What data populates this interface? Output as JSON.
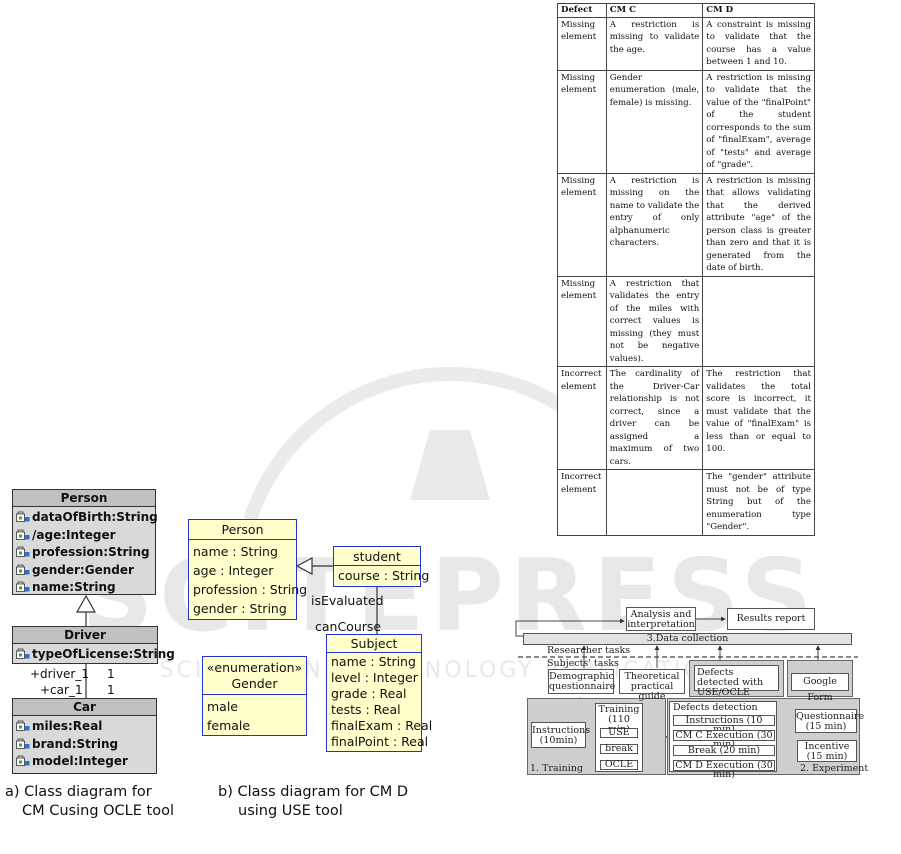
{
  "watermark": {
    "text": "SCITEPRESS",
    "subtext": "SCIENCE AND TECHNOLOGY PUBLICATIONS"
  },
  "diagram_a": {
    "person": {
      "name": "Person",
      "attrs": [
        "dataOfBirth:String",
        "/age:Integer",
        "profession:String",
        "gender:Gender",
        "name:String"
      ]
    },
    "driver": {
      "name": "Driver",
      "attrs": [
        "typeOfLicense:String"
      ]
    },
    "car": {
      "name": "Car",
      "attrs": [
        "miles:Real",
        "brand:String",
        "model:Integer"
      ]
    },
    "assoc": {
      "driver_role": "+driver_1",
      "driver_mult": "1",
      "car_role": "+car_1",
      "car_mult": "1"
    },
    "caption_line1": "a) Class diagram for",
    "caption_line2": "CM Cusing OCLE tool"
  },
  "diagram_b": {
    "person": {
      "name": "Person",
      "attrs": [
        "name : String",
        "age : Integer",
        "profession : String",
        "gender : String"
      ]
    },
    "student": {
      "name": "student",
      "attrs": [
        "course : String"
      ]
    },
    "gender": {
      "stereotype": "«enumeration»",
      "name": "Gender",
      "literals": [
        "male",
        "female"
      ]
    },
    "subject": {
      "name": "Subject",
      "attrs": [
        "name : String",
        "level : Integer",
        "grade : Real",
        "tests : Real",
        "finalExam : Real",
        "finalPoint : Real"
      ]
    },
    "roles": {
      "is_evaluated": "isEvaluated",
      "can_course": "canCourse"
    },
    "caption_line1": "b) Class diagram for CM D",
    "caption_line2": "using USE tool"
  },
  "table": {
    "headers": [
      "Defect",
      "CM C",
      "CM D"
    ],
    "rows": [
      [
        "Missing element",
        "A restriction is missing to validate the age.",
        "A constraint is missing to validate that the course has a value between 1 and 10."
      ],
      [
        "Missing element",
        "Gender enumeration (male, female) is missing.",
        "A restriction is missing to validate that the value of the \"finalPoint\" of the student corresponds to the sum of \"finalExam\", average of \"tests\" and average of \"grade\"."
      ],
      [
        "Missing element",
        "A restriction is missing on the name to validate the entry of only alphanumeric characters.",
        "A restriction is missing that allows validating that the derived attribute \"age\" of the person class is greater than zero and that it is generated from the date of birth."
      ],
      [
        "Missing element",
        "A restriction that validates the entry of the miles with correct values is missing (they must not be negative values).",
        ""
      ],
      [
        "Incorrect element",
        "The cardinality of the Driver-Car relationship is not correct, since a driver can be assigned a maximum of two cars.",
        "The restriction that validates the total score is incorrect, it must validate that the value of \"finalExam\" is less than or equal to 100."
      ],
      [
        "Incorrect element",
        "",
        "The \"gender\" attribute must not be of type String but of the enumeration type \"Gender\"."
      ]
    ]
  },
  "flow": {
    "analysis": "Analysis and interpretation",
    "results": "Results report",
    "data_collection": "3.Data collection",
    "researcher_tasks": "Researcher tasks",
    "subjects_tasks": "Subjects' tasks",
    "demographic": "Demographic questionnaire",
    "theoretical": "Theoretical practical guide",
    "defects_detected": "Defects detected with USE/OCLE",
    "google_form": "Google Form",
    "instructions_left": "Instructions (10min)",
    "training": "Training (110 min)",
    "use": "USE",
    "break_small": "break",
    "ocle": "OCLE",
    "training_label": "1. Training",
    "defects_detection": "Defects detection",
    "instr_10": "Instructions (10 min)",
    "cmc_exec": "CM C Execution (30 min)",
    "break_20": "Break (20 min)",
    "cmd_exec": "CM D Execution (30 min)",
    "questionnaire": "Questionnaire (15 min)",
    "incentive": "Incentive (15 min)",
    "experiment_label": "2. Experiment"
  }
}
